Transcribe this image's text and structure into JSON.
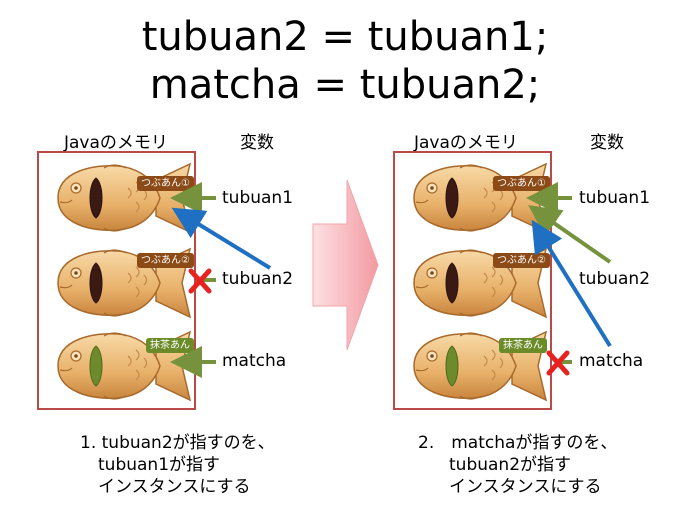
{
  "title": {
    "line1": "tubuan2 = tubuan1;",
    "line2": "matcha = tubuan2;"
  },
  "left": {
    "memory_header": "Javaのメモリ",
    "vars_header": "変数",
    "tags": [
      "つぶあん①",
      "つぶあん②",
      "抹茶あん"
    ],
    "vars": [
      "tubuan1",
      "tubuan2",
      "matcha"
    ],
    "caption": [
      "1. tubuan2が指すのを、",
      "tubuan1が指す",
      "インスタンスにする"
    ]
  },
  "right": {
    "memory_header": "Javaのメモリ",
    "vars_header": "変数",
    "tags": [
      "つぶあん①",
      "つぶあん②",
      "抹茶あん"
    ],
    "vars": [
      "tubuan1",
      "tubuan2",
      "matcha"
    ],
    "caption": [
      "2.　matchaが指すのを、",
      "tubuan2が指す",
      "インスタンスにする"
    ]
  },
  "icons": [
    "taiyaki-icon",
    "arrow-right-icon",
    "cross-icon"
  ],
  "colors": {
    "box_border": "#b94a48",
    "green_arrow": "#76923c",
    "blue_arrow": "#1f6fc3",
    "cross": "#e8231f",
    "brown_tag": "#8b4a16",
    "green_tag": "#6b8a28",
    "big_arrow": "#f6b3b8"
  }
}
